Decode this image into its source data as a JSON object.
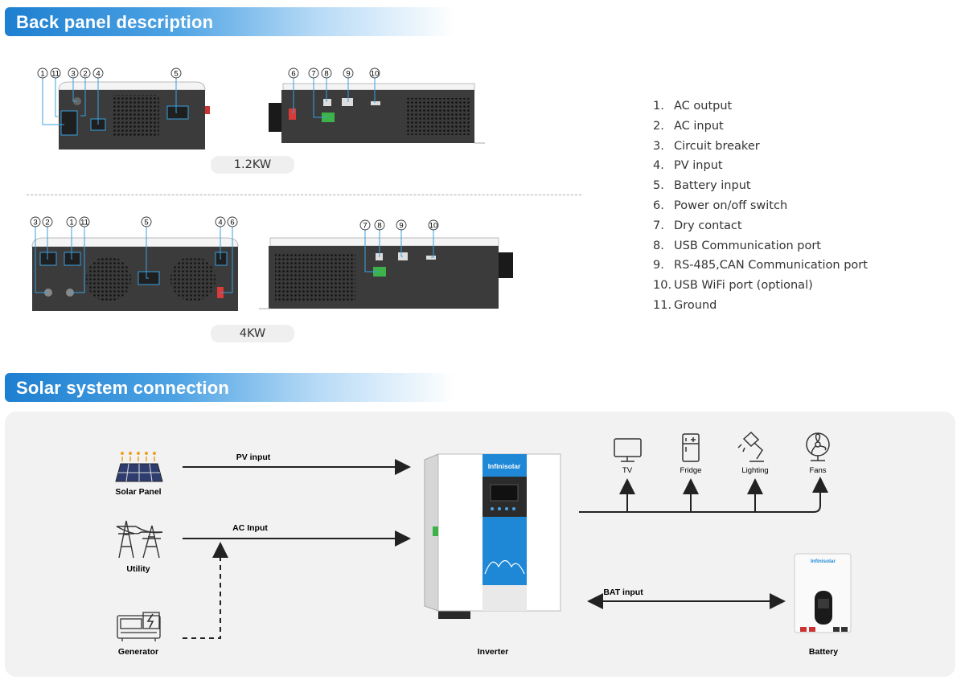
{
  "sections": {
    "back_panel_title": "Back panel description",
    "solar_title": "Solar system connection"
  },
  "models": {
    "small_label": "1.2KW",
    "large_label": "4KW"
  },
  "callouts": {
    "row1_left": [
      "1",
      "11",
      "3",
      "2",
      "4",
      "5"
    ],
    "row1_right": [
      "6",
      "7",
      "8",
      "9",
      "10"
    ],
    "row2_left": [
      "3",
      "2",
      "1",
      "11",
      "5",
      "4",
      "6"
    ],
    "row2_right": [
      "7",
      "8",
      "9",
      "10"
    ]
  },
  "legend": [
    {
      "num": "1.",
      "label": "AC output"
    },
    {
      "num": "2.",
      "label": "AC input"
    },
    {
      "num": "3.",
      "label": "Circuit breaker"
    },
    {
      "num": "4.",
      "label": "PV input"
    },
    {
      "num": "5.",
      "label": "Battery input"
    },
    {
      "num": "6.",
      "label": "Power on/off switch"
    },
    {
      "num": "7.",
      "label": "Dry contact"
    },
    {
      "num": "8.",
      "label": "USB Communication port"
    },
    {
      "num": "9.",
      "label": "RS-485,CAN Communication port"
    },
    {
      "num": "10.",
      "label": "USB WiFi port (optional)"
    },
    {
      "num": "11.",
      "label": "Ground"
    }
  ],
  "diagram": {
    "solar_panel": "Solar Panel",
    "utility": "Utility",
    "generator": "Generator",
    "pv_input": "PV input",
    "ac_input": "AC Input",
    "inverter": "Inverter",
    "bat_input": "BAT input",
    "battery": "Battery",
    "brand": "Infinisolar",
    "loads": [
      "TV",
      "Fridge",
      "Lighting",
      "Fans"
    ]
  }
}
